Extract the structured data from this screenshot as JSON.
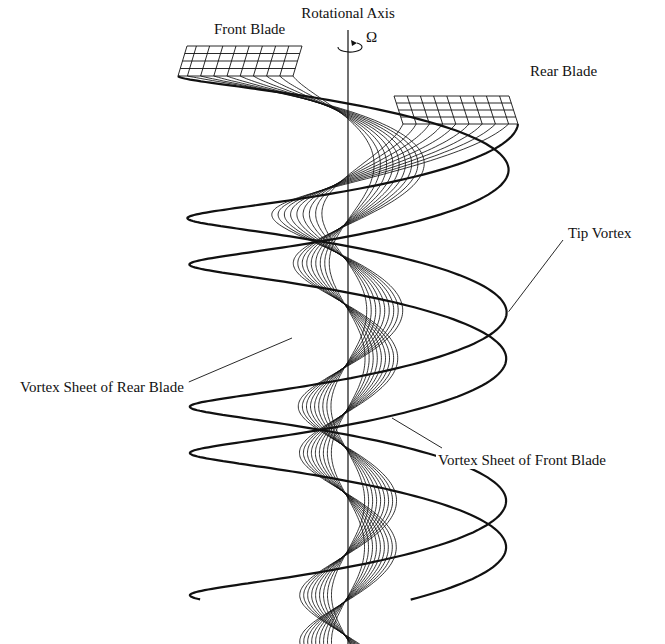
{
  "diagram": {
    "labels": [
      "Rotational Axis",
      "Front Blade",
      "Ω",
      "Rear Blade",
      "Tip Vortex",
      "Vortex Sheet of Rear Blade",
      "Vortex Sheet of Front Blade"
    ]
  }
}
